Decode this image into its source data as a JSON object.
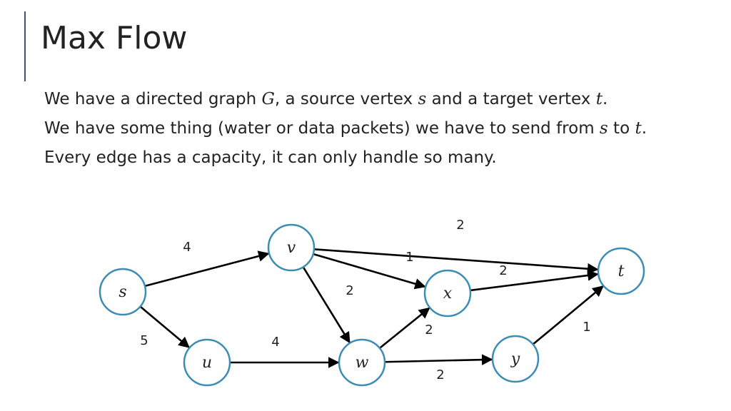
{
  "slide": {
    "title": "Max Flow",
    "accent_color": "#44546a"
  },
  "bullets": [
    {
      "parts": [
        {
          "text": "We have a directed graph "
        },
        {
          "text": "G",
          "math": true
        },
        {
          "text": ", a source vertex "
        },
        {
          "text": "s",
          "math": true
        },
        {
          "text": " and a target vertex "
        },
        {
          "text": "t",
          "math": true
        },
        {
          "text": "."
        }
      ]
    },
    {
      "parts": [
        {
          "text": "We have some thing (water or data packets) we have to send from "
        },
        {
          "text": "s",
          "math": true
        },
        {
          "text": " to "
        },
        {
          "text": "t",
          "math": true
        },
        {
          "text": "."
        }
      ]
    },
    {
      "parts": [
        {
          "text": "Every edge has a capacity, it can only handle so many."
        }
      ]
    }
  ],
  "graph": {
    "node_stroke_color": "#3c8cb4",
    "nodes": [
      {
        "id": "s",
        "label": "s"
      },
      {
        "id": "u",
        "label": "u"
      },
      {
        "id": "v",
        "label": "v"
      },
      {
        "id": "w",
        "label": "w"
      },
      {
        "id": "x",
        "label": "x"
      },
      {
        "id": "y",
        "label": "y"
      },
      {
        "id": "t",
        "label": "t"
      }
    ],
    "edges": [
      {
        "from": "s",
        "to": "v",
        "capacity": "4"
      },
      {
        "from": "s",
        "to": "u",
        "capacity": "5"
      },
      {
        "from": "u",
        "to": "w",
        "capacity": "4"
      },
      {
        "from": "v",
        "to": "w",
        "capacity": "2"
      },
      {
        "from": "v",
        "to": "x",
        "capacity": "1"
      },
      {
        "from": "v",
        "to": "t",
        "capacity": "2"
      },
      {
        "from": "w",
        "to": "x",
        "capacity": "2"
      },
      {
        "from": "w",
        "to": "y",
        "capacity": "2"
      },
      {
        "from": "x",
        "to": "t",
        "capacity": "2"
      },
      {
        "from": "y",
        "to": "t",
        "capacity": "1"
      }
    ]
  }
}
